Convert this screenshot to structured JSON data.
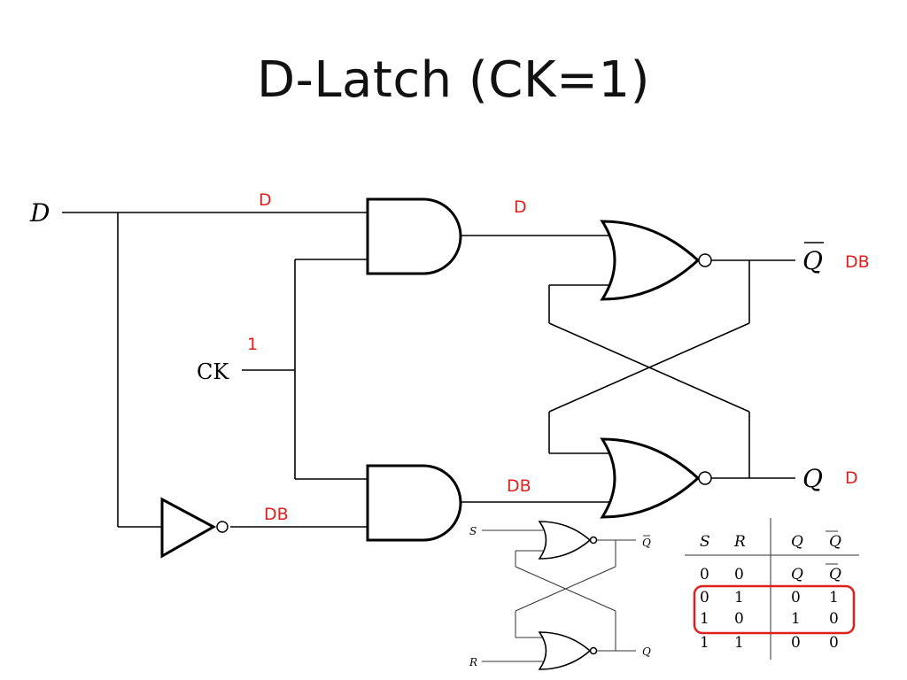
{
  "slide": {
    "title": "D-Latch (CK=1)"
  },
  "main_circuit": {
    "inputs": {
      "d": "D",
      "ck": "CK"
    },
    "outputs": {
      "q_bar": "Q",
      "q": "Q"
    },
    "signal_labels": {
      "d_wire": "D",
      "and_top_out": "D",
      "ck_value": "1",
      "not_out": "DB",
      "and_bottom_out": "DB",
      "q_bar_value": "DB",
      "q_value": "D"
    }
  },
  "sr_latch": {
    "inputs": {
      "s": "S",
      "r": "R"
    },
    "outputs": {
      "q_bar": "Q",
      "q": "Q"
    },
    "truth_table": {
      "headers": [
        "S",
        "R",
        "Q",
        "Q"
      ],
      "rows": [
        [
          "0",
          "0",
          "Q",
          "Q"
        ],
        [
          "0",
          "1",
          "0",
          "1"
        ],
        [
          "1",
          "0",
          "1",
          "0"
        ],
        [
          "1",
          "1",
          "0",
          "0"
        ]
      ]
    }
  },
  "colors": {
    "annotation": "#e0201c",
    "highlight_box": "#e0201c"
  }
}
